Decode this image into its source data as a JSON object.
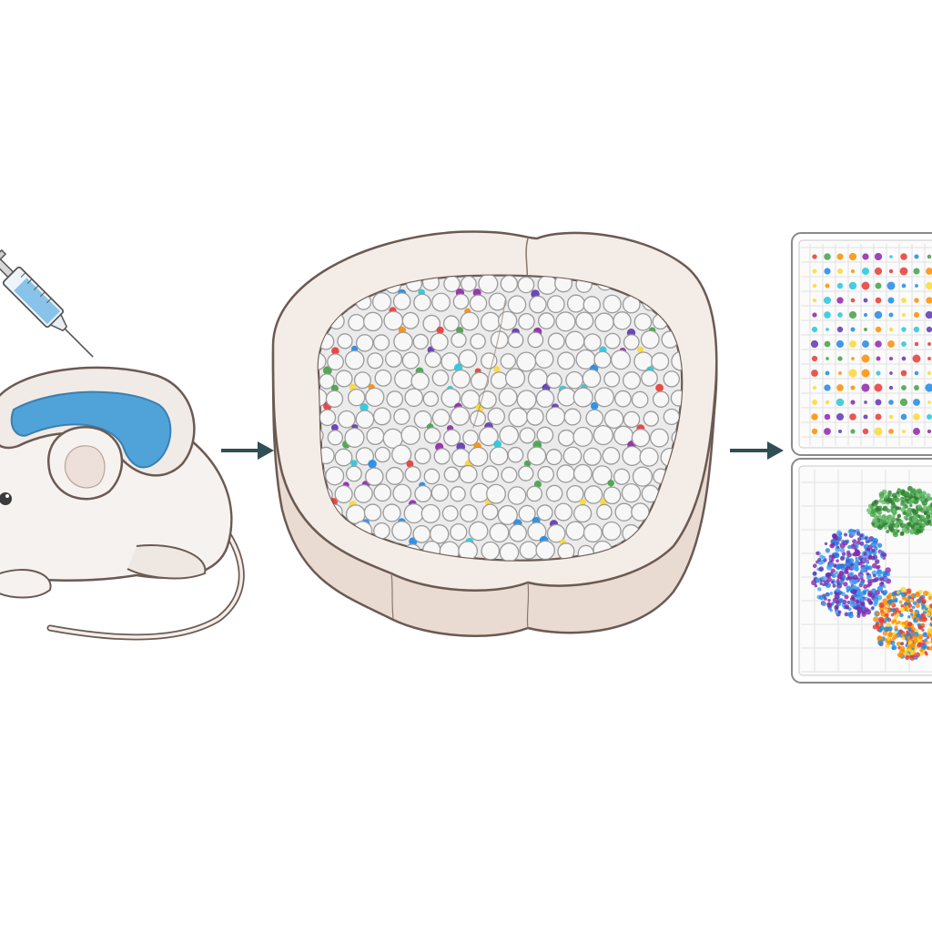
{
  "diagram": {
    "steps": [
      {
        "id": "injection",
        "icon": "syringe-icon"
      },
      {
        "id": "tissue-section",
        "icon": "tissue-slice-icon"
      },
      {
        "id": "analysis",
        "icon": "dot-matrix-plot-icon"
      },
      {
        "id": "clustering",
        "icon": "cluster-scatter-plot-icon"
      }
    ],
    "arrows": [
      {
        "from": "injection",
        "to": "tissue-section"
      },
      {
        "from": "tissue-section",
        "to": "analysis"
      }
    ]
  },
  "colors": {
    "outline": "#6b5a52",
    "tissue": "#f3ebe6",
    "tissue_dark": "#e8dcd4",
    "brain_blue": "#4fa3d8",
    "arrow": "#2f4f54",
    "palette": [
      "#e53935",
      "#43a047",
      "#1e88e5",
      "#fdd835",
      "#fb8c00",
      "#8e24aa",
      "#26c6da",
      "#5e35b1"
    ]
  }
}
